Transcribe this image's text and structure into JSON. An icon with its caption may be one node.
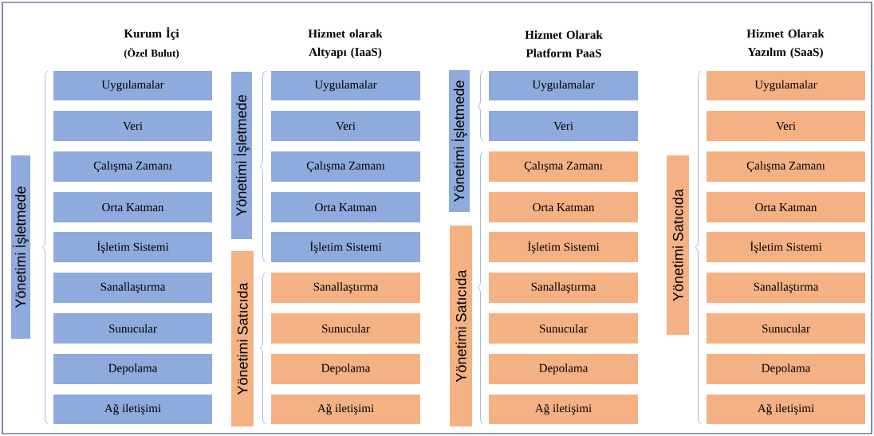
{
  "diagram": {
    "nodes": [
      {
        "text": [
          "Yönetimi İşletmede"
        ]
      },
      {
        "text": [
          "Uygulamalar"
        ]
      },
      {
        "text": [
          "Veri"
        ]
      },
      {
        "text": [
          "Çalışma Zamanı"
        ]
      },
      {
        "text": [
          "Orta Katman"
        ]
      },
      {
        "text": [
          "İşletim Sistemi"
        ]
      },
      {
        "text": [
          "Sanallaştırma"
        ]
      },
      {
        "text": [
          "Sunucular"
        ]
      },
      {
        "text": [
          "Depolama"
        ]
      },
      {
        "text": [
          "Ağ iletişimi"
        ]
      },
      {
        "text": [
          "Yönetimi İşletmede"
        ]
      },
      {
        "text": [
          "Yönetimi Satıcıda"
        ]
      },
      {
        "text": [
          "Uygulamalar"
        ]
      },
      {
        "text": [
          "Veri"
        ]
      },
      {
        "text": [
          "Çalışma Zamanı"
        ]
      },
      {
        "text": [
          "Orta Katman"
        ]
      },
      {
        "text": [
          "İşletim Sistemi"
        ]
      },
      {
        "text": [
          "Sanallaştırma"
        ]
      },
      {
        "text": [
          "Sunucular"
        ]
      },
      {
        "text": [
          "Depolama"
        ]
      },
      {
        "text": [
          "Ağ iletişimi"
        ]
      },
      {
        "text": [
          "Yönetimi İşletmede"
        ]
      },
      {
        "text": [
          "Yönetimi Satıcıda"
        ]
      },
      {
        "text": [
          "Uygulamalar"
        ]
      },
      {
        "text": [
          "Veri"
        ]
      },
      {
        "text": [
          "Çalışma Zamanı"
        ]
      },
      {
        "text": [
          "Orta Katman"
        ]
      },
      {
        "text": [
          "İşletim Sistemi"
        ]
      },
      {
        "text": [
          "Sanallaştırma"
        ]
      },
      {
        "text": [
          "Sunucular"
        ]
      },
      {
        "text": [
          "Depolama"
        ]
      },
      {
        "text": [
          "Ağ iletişimi"
        ]
      },
      {
        "text": [
          "Yönetimi Satıcıda"
        ]
      },
      {
        "text": [
          "Uygulamalar"
        ]
      },
      {
        "text": [
          "Veri"
        ]
      },
      {
        "text": [
          "Çalışma Zamanı"
        ]
      },
      {
        "text": [
          "Orta Katman"
        ]
      },
      {
        "text": [
          "İşletim Sistemi"
        ]
      },
      {
        "text": [
          "Sanallaştırma"
        ]
      },
      {
        "text": [
          "Sunucular"
        ]
      },
      {
        "text": [
          "Depolama"
        ]
      },
      {
        "text": [
          "Ağ iletişimi"
        ]
      }
    ],
    "labels": [
      "Kurum İçi",
      "(Özel Bulut)",
      "Hizmet olarak Altyapı (IaaS)",
      "Hizmet Olarak Platform PaaS",
      "Hizmet Olarak Yazılım (SaaS)"
    ]
  }
}
